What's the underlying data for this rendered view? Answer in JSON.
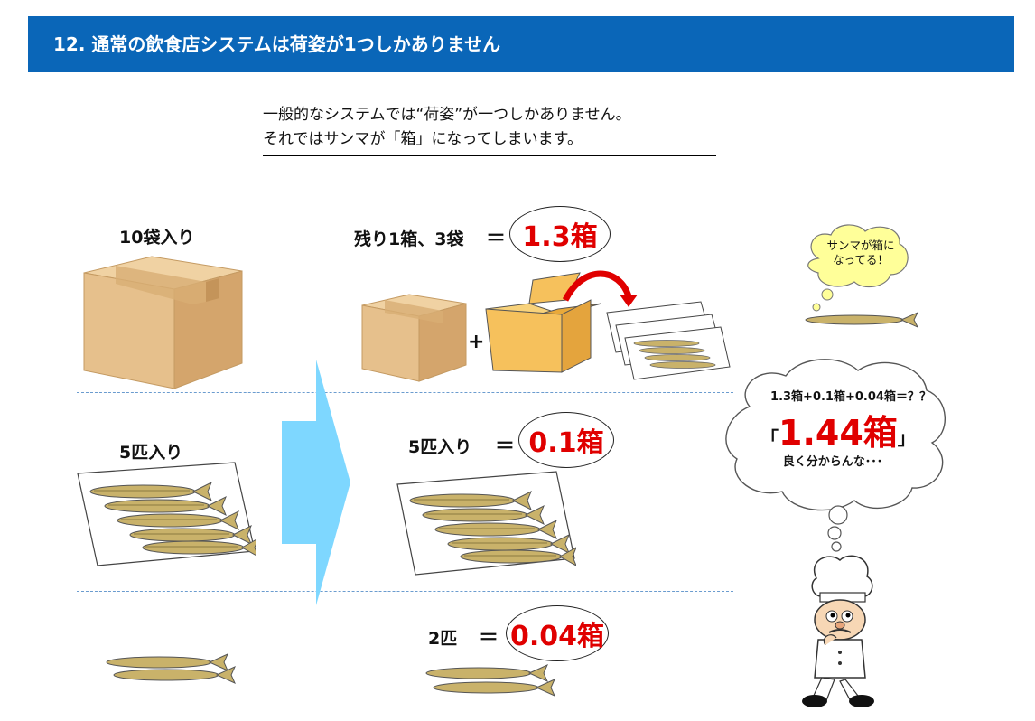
{
  "header": {
    "title": "12. 通常の飲食店システムは荷姿が1つしかありません"
  },
  "intro": {
    "line1": "一般的なシステムでは“荷姿”が一つしかありません。",
    "line2": "それではサンマが「箱」になってしまいます。"
  },
  "left": {
    "box_label": "10袋入り",
    "bag_label": "5匹入り"
  },
  "right": {
    "row1": {
      "label": "残り1箱、3袋",
      "equals": "＝",
      "value": "1.3箱",
      "plus": "+"
    },
    "row2": {
      "label": "5匹入り",
      "equals": "＝",
      "value": "0.1箱"
    },
    "row3": {
      "label": "2匹",
      "equals": "＝",
      "value": "0.04箱"
    }
  },
  "fish_thought": "サンマが箱に\nなってる！",
  "chef_thought": {
    "formula": "1.3箱+0.1箱+0.04箱＝？？",
    "open_bracket": "「",
    "result": "1.44箱",
    "close_bracket": "」",
    "comment": "良く分からんな･･･"
  },
  "colors": {
    "header_bg": "#0a66b8",
    "arrow": "#7ed7ff",
    "value_red": "#e00000",
    "cardboard": "#e3bf8b",
    "open_box": "#f6c15c",
    "fish_thought_bg": "#ffff99"
  }
}
